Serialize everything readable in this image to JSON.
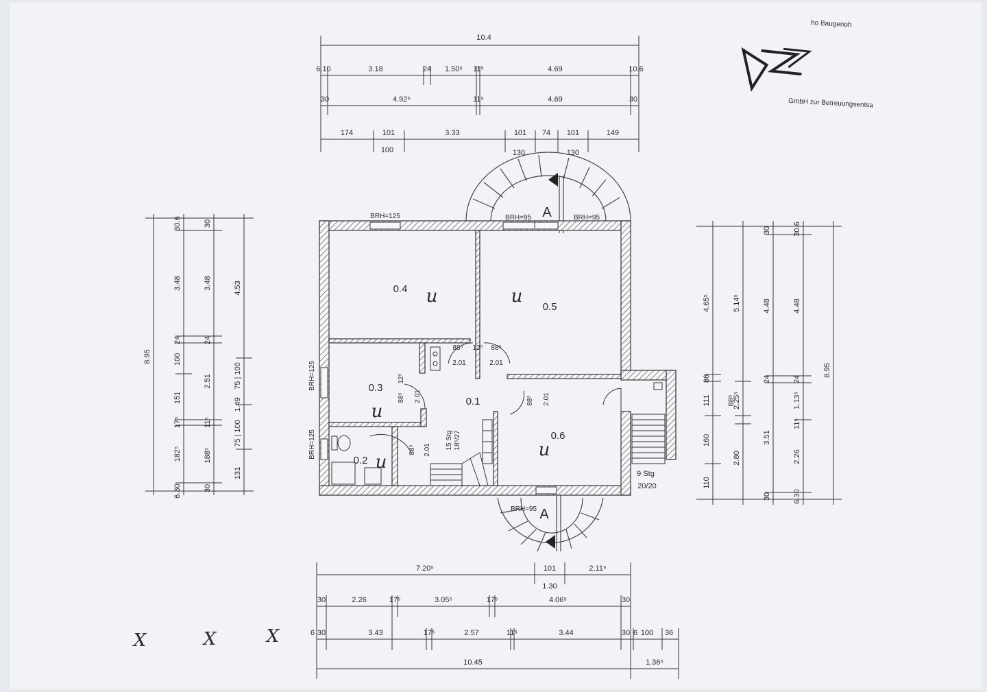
{
  "header": {
    "corner_text": "ho  Baugenoh",
    "logo_caption": "GmbH zur Betreuungsentsa"
  },
  "dims_top": {
    "overall": "10.4",
    "row1": [
      "6.10",
      "3.18",
      "24",
      "1.50⁵",
      "11⁵",
      "4.69",
      "10.6"
    ],
    "row2": [
      "30",
      "4.92⁵",
      "11⁵",
      "4.69",
      "30"
    ],
    "row3_top": [
      "174",
      "101",
      "3.33",
      "101",
      "74",
      "101",
      "149"
    ],
    "row3_bottom": [
      "100",
      "130",
      "130"
    ]
  },
  "dims_left": {
    "overall": "8.95",
    "col_a": [
      "6.30",
      "182⁵",
      "17⁵",
      "151",
      "24",
      "100",
      "3.48",
      "30.6"
    ],
    "col_b": [
      "30",
      "188⁵",
      "11⁵",
      "2.51",
      "24",
      "3.48",
      "30"
    ],
    "col_c": [
      "131",
      "75 | 100",
      "1.49",
      "75 | 100",
      "4.53"
    ]
  },
  "dims_right": {
    "col_a": [
      "110",
      "160",
      "111",
      "86",
      "4.65⁵"
    ],
    "col_b": [
      "2.80",
      "2.25⁵",
      "88⁵",
      "5.14⁵"
    ],
    "col_c": [
      "30",
      "3.51",
      "24",
      "4.48",
      "30"
    ],
    "col_d": [
      "6.30",
      "2.26",
      "11⁵",
      "1.13⁵",
      "24",
      "4.48",
      "30.6"
    ],
    "overall": "8.95"
  },
  "dims_bottom": {
    "row1": [
      "7.20⁵",
      "101",
      "2.11⁵"
    ],
    "row1_sub": "1.30",
    "row2": [
      "30",
      "2.26",
      "17⁵",
      "3.05⁵",
      "17⁵",
      "4.06⁵",
      "30"
    ],
    "row3": [
      "6",
      "30",
      "3.43",
      "17⁵",
      "2.57",
      "11⁵",
      "3.44",
      "30",
      "6",
      "100",
      "36"
    ],
    "row4": [
      "10.45",
      "1.36⁵"
    ]
  },
  "rooms": [
    {
      "id": "0.4",
      "mark": "u"
    },
    {
      "id": "0.5",
      "mark": "u"
    },
    {
      "id": "0.3",
      "mark": "u"
    },
    {
      "id": "0.1",
      "mark": ""
    },
    {
      "id": "0.2",
      "mark": "u"
    },
    {
      "id": "0.6",
      "mark": "u"
    }
  ],
  "door_dims": {
    "pair_top": [
      "88⁵",
      "12⁵",
      "88⁵"
    ],
    "pair_bottom": [
      "2.01",
      "2.01"
    ],
    "room3": [
      "88⁵",
      "12⁵",
      "2.01"
    ],
    "room2": [
      "88⁵",
      "2.01"
    ],
    "room6": [
      "88⁵",
      "2.01"
    ]
  },
  "labels": {
    "brh_window": "BRH=125",
    "brh_door": "BRH=95",
    "section_mark": "A",
    "stair_inner_1": "15 Stg",
    "stair_inner_2": "18⁵/27",
    "stair_outer_1": "9 Stg",
    "stair_outer_2": "20/20"
  },
  "marks": [
    "X",
    "X",
    "X"
  ]
}
